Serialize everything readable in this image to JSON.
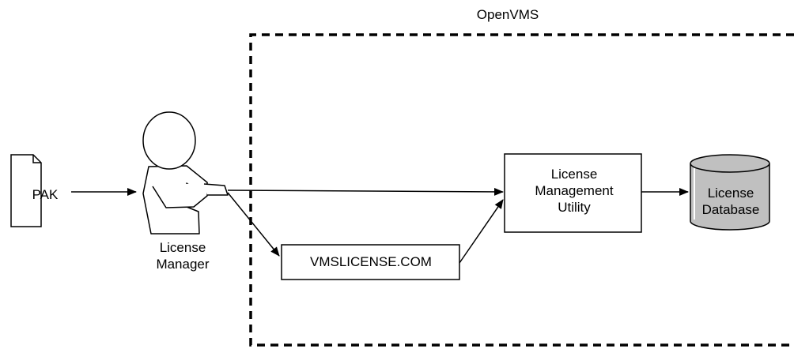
{
  "diagram": {
    "boundary": {
      "label": "OpenVMS"
    },
    "nodes": {
      "pak": {
        "label": "PAK",
        "shape": "document-icon"
      },
      "license_manager": {
        "label_line1": "License",
        "label_line2": "Manager",
        "shape": "person-icon"
      },
      "vmslicense": {
        "label": "VMSLICENSE.COM",
        "shape": "rectangle"
      },
      "lmu": {
        "label_line1": "License",
        "label_line2": "Management",
        "label_line3": "Utility",
        "shape": "rectangle"
      },
      "license_db": {
        "label_line1": "License",
        "label_line2": "Database",
        "shape": "database-cylinder",
        "fill": "#c0c0c0"
      }
    },
    "edges": [
      {
        "from": "pak",
        "to": "license_manager"
      },
      {
        "from": "license_manager",
        "to": "lmu"
      },
      {
        "from": "license_manager",
        "to": "vmslicense"
      },
      {
        "from": "vmslicense",
        "to": "lmu"
      },
      {
        "from": "lmu",
        "to": "license_db"
      }
    ]
  },
  "colors": {
    "stroke": "#000000",
    "background": "#ffffff",
    "database_fill": "#c0c0c0"
  }
}
